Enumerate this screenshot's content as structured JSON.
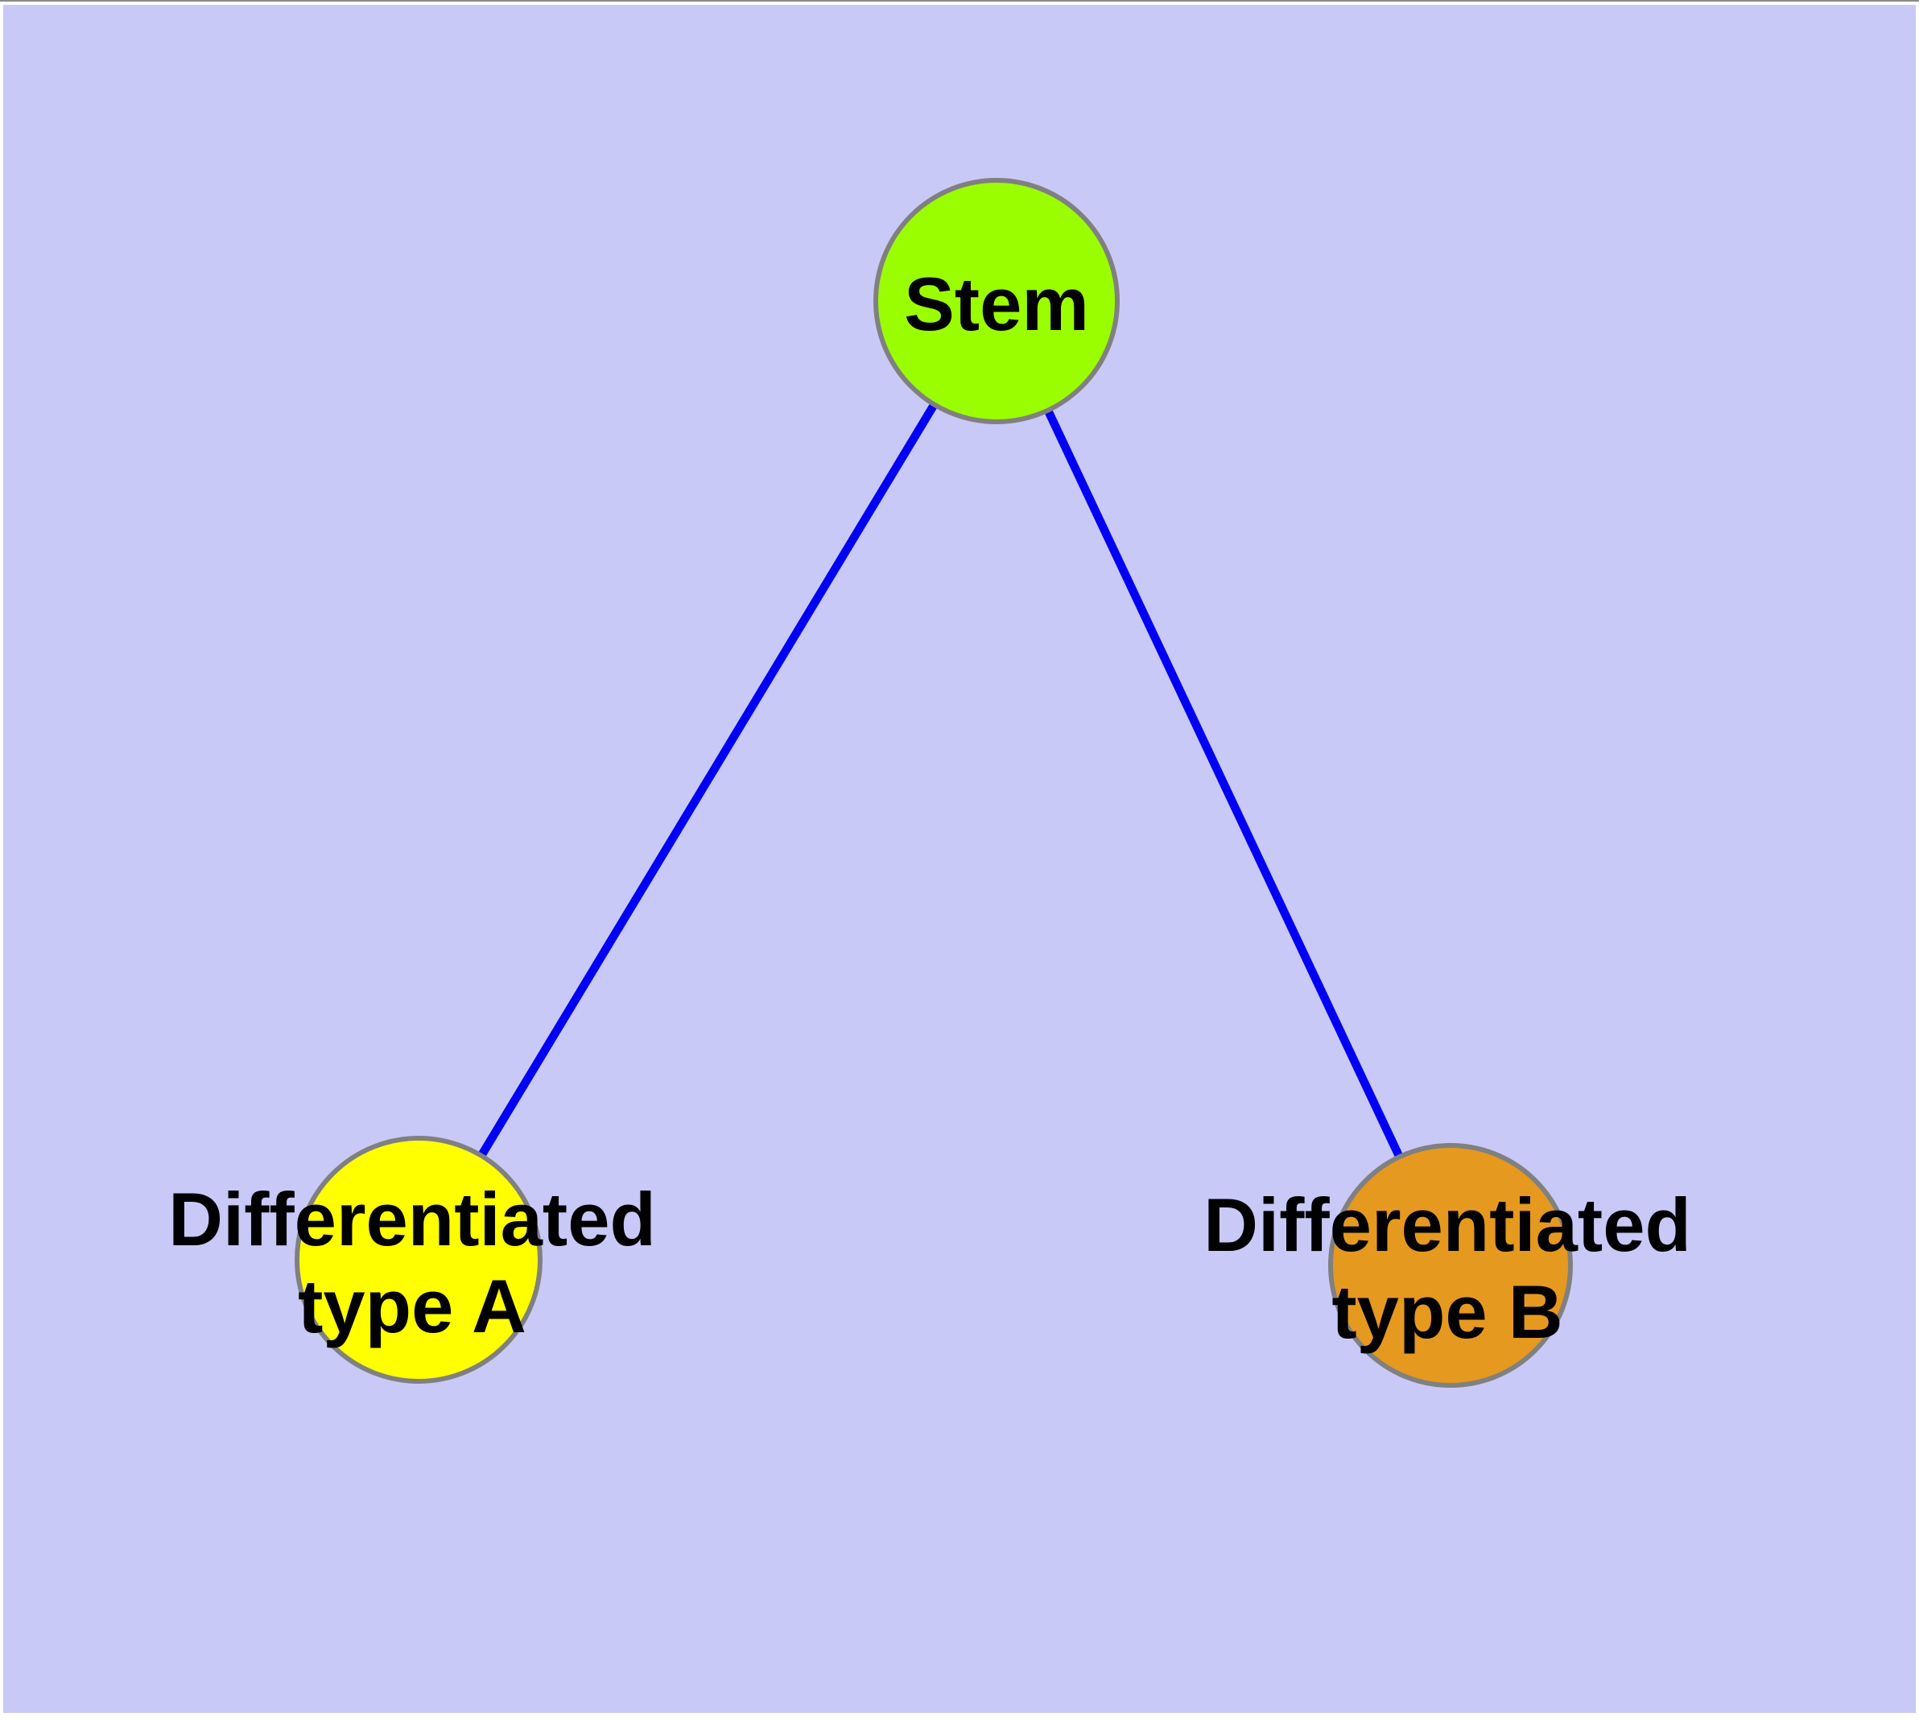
{
  "diagram": {
    "background_color": "#C9C9F8",
    "frame_color": "#FFFFFF",
    "top_border_color": "#8A8A8A",
    "edge_color": "#0000F5",
    "node_border_color": "#808080",
    "text_color": "#000000",
    "nodes": {
      "stem": {
        "label": "Stem",
        "fill": "#9BFE00"
      },
      "type_a": {
        "label": "Differentiated type A",
        "line1": "Differentiated",
        "line2": "type A",
        "fill": "#FFFF00"
      },
      "type_b": {
        "label": "Differentiated type B",
        "line1": "Differentiated",
        "line2": "type B",
        "fill": "#E6991F"
      }
    },
    "edges": [
      {
        "from": "Stem",
        "to": "Differentiated type A"
      },
      {
        "from": "Stem",
        "to": "Differentiated type B"
      }
    ]
  }
}
